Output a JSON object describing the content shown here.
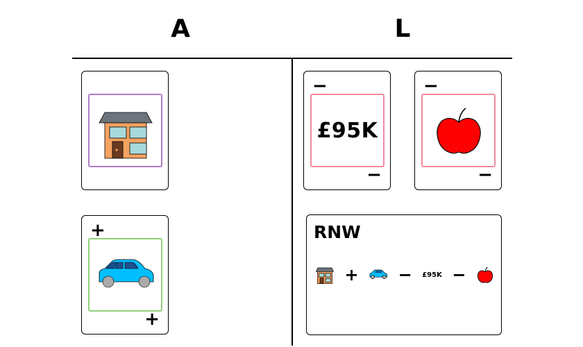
{
  "headers": {
    "left": "A",
    "right": "L"
  },
  "cards": {
    "house": {
      "icon": "house-icon",
      "border_color": "#b07cc6"
    },
    "car": {
      "icon": "car-icon",
      "sign_top": "+",
      "sign_bottom": "+",
      "border_color": "#90d17a"
    },
    "amount": {
      "label": "£95K",
      "sign_top": "−",
      "sign_bottom": "−",
      "border_color": "#f08aa0"
    },
    "apple": {
      "icon": "apple-icon",
      "sign_top": "−",
      "sign_bottom": "−",
      "border_color": "#f08aa0"
    }
  },
  "rnw": {
    "title": "RNW",
    "ops": [
      "+",
      "−",
      "−"
    ],
    "amount": "£95K"
  },
  "colors": {
    "house_wall": "#f4a261",
    "house_roof": "#6c757d",
    "window": "#a8dadc",
    "door": "#6b3b1f",
    "car_body": "#00bfff",
    "wheel": "#aaaaaa",
    "apple": "#ff0000"
  }
}
